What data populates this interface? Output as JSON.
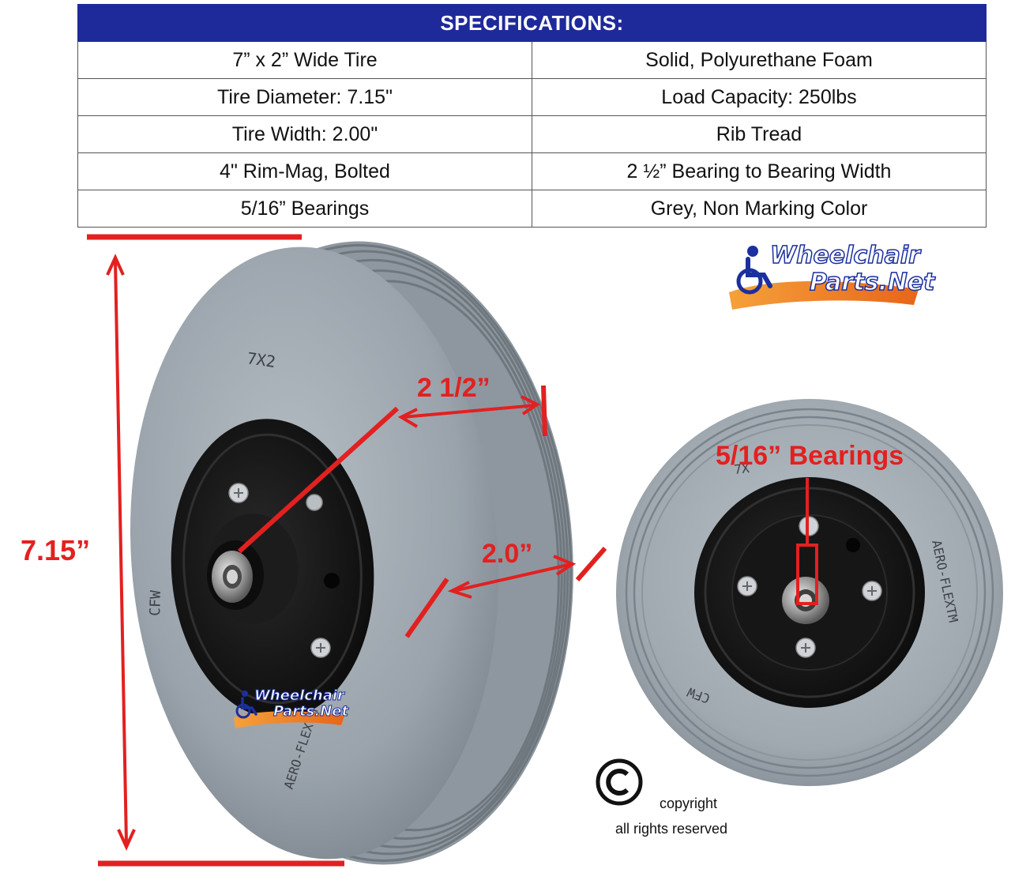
{
  "specifications": {
    "title": "SPECIFICATIONS:",
    "rows": [
      [
        "7” x 2” Wide Tire",
        "Solid, Polyurethane Foam"
      ],
      [
        "Tire Diameter: 7.15\"",
        "Load Capacity: 250lbs"
      ],
      [
        "Tire Width: 2.00\"",
        "Rib Tread"
      ],
      [
        "4\" Rim-Mag, Bolted",
        "2 ½” Bearing to Bearing Width"
      ],
      [
        "5/16” Bearings",
        "Grey, Non Marking Color"
      ]
    ]
  },
  "dimensions": {
    "diameter": "7.15”",
    "bearing_to_bearing": "2 1/2”",
    "width": "2.0”",
    "bearings": "5/16” Bearings"
  },
  "tire_markings": {
    "size": "7X2",
    "brand_left": "CFW",
    "model_left": "AERO-FLEXTM",
    "brand_right": "CFW",
    "model_right": "AERO-FLEXTM",
    "size_right": "7X"
  },
  "logo": {
    "line1": "Wheelchair",
    "line2": "Parts.Net"
  },
  "copyright": {
    "symbol": "©",
    "line1": "copyright",
    "line2": "all rights reserved"
  },
  "colors": {
    "header_bg": "#1f2a9a",
    "measure_red": "#e32020",
    "tire_grey": "#9aa3ab",
    "rim_black": "#151515",
    "logo_orange": "#f07a1a",
    "logo_blue": "#1b2f9e"
  },
  "icons": {
    "wheelchair_logo": "wheelchair-icon",
    "copyright": "copyright-icon"
  }
}
